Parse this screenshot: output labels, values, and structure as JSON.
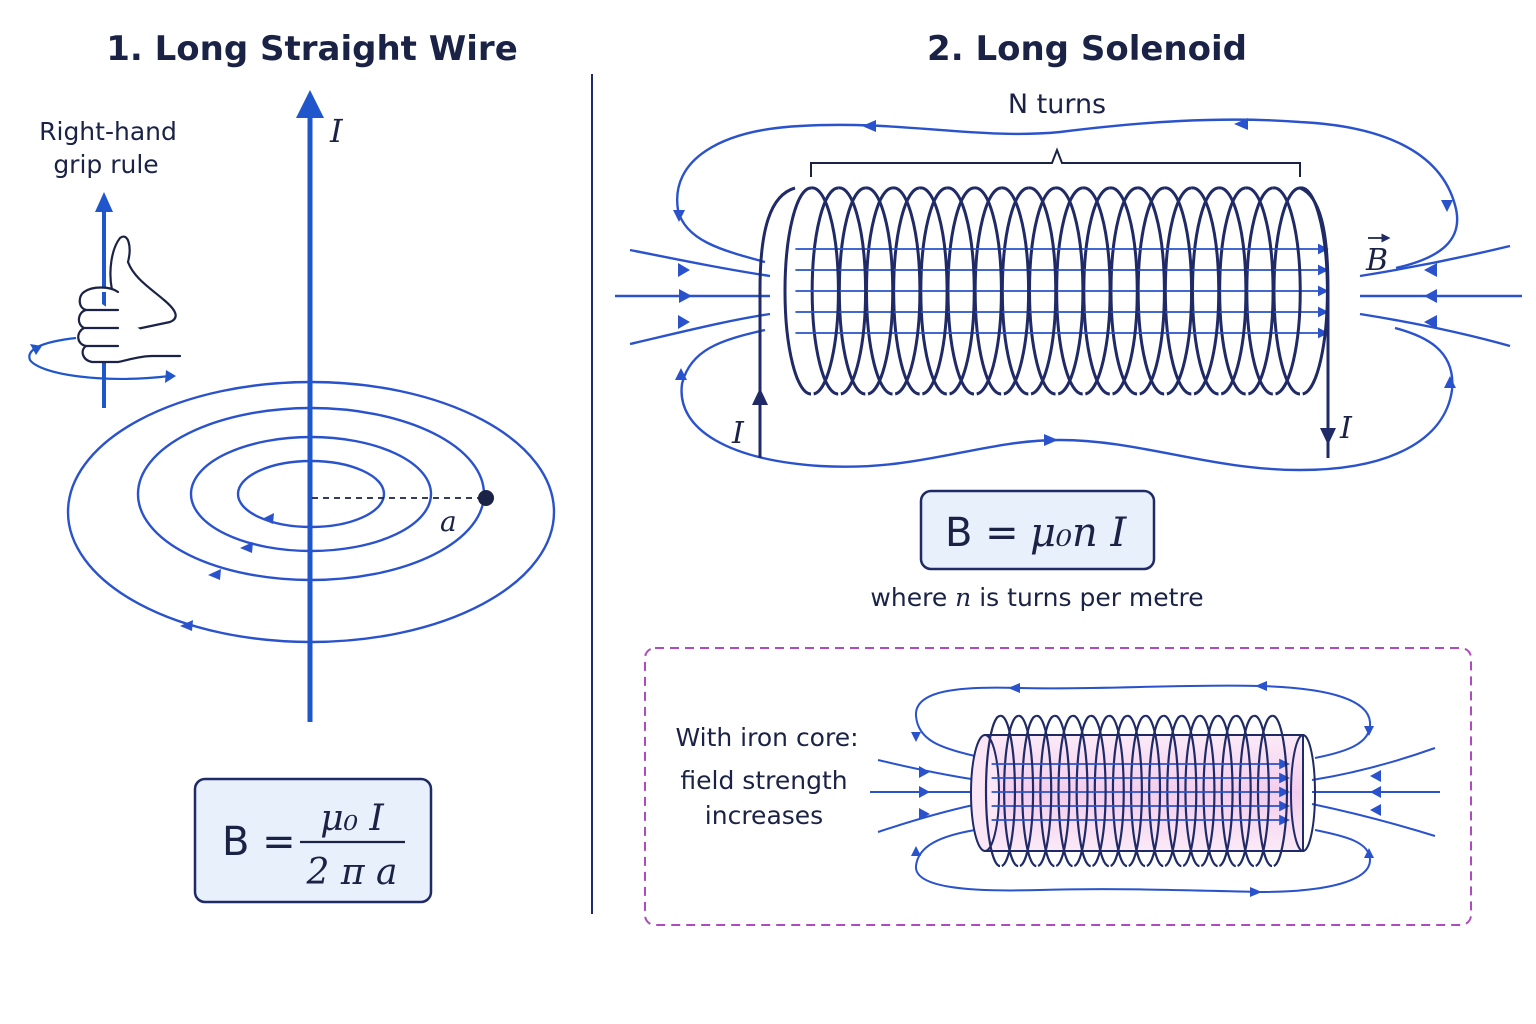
{
  "panel_left": {
    "title": "1. Long Straight Wire",
    "current_label": "I",
    "grip_rule_line1": "Right-hand",
    "grip_rule_line2": "grip rule",
    "radius_label": "a",
    "formula": {
      "lhs": "B =",
      "numerator": "μ₀ I",
      "denominator": "2 π a"
    }
  },
  "panel_right": {
    "title": "2. Long Solenoid",
    "turns_label": "N turns",
    "field_label": "B",
    "current_in_label": "I",
    "current_out_label": "I",
    "formula": {
      "lhs": "B =",
      "rhs": "μ₀n I"
    },
    "formula_note_prefix": "where",
    "formula_note_var": "n",
    "formula_note_suffix": "is turns per metre",
    "iron_core": {
      "line1": "With iron core:",
      "line2": "field strength",
      "line3": "increases"
    }
  },
  "colors": {
    "field": "#2a52cc",
    "coil": "#1f2a66",
    "box_fill": "#e8f0fb",
    "dashed_border": "#b04ac0",
    "core_fill": "#f5d8f0"
  },
  "icons": [
    "up-arrow-icon",
    "hand-icon",
    "rotation-arrow-icon"
  ]
}
